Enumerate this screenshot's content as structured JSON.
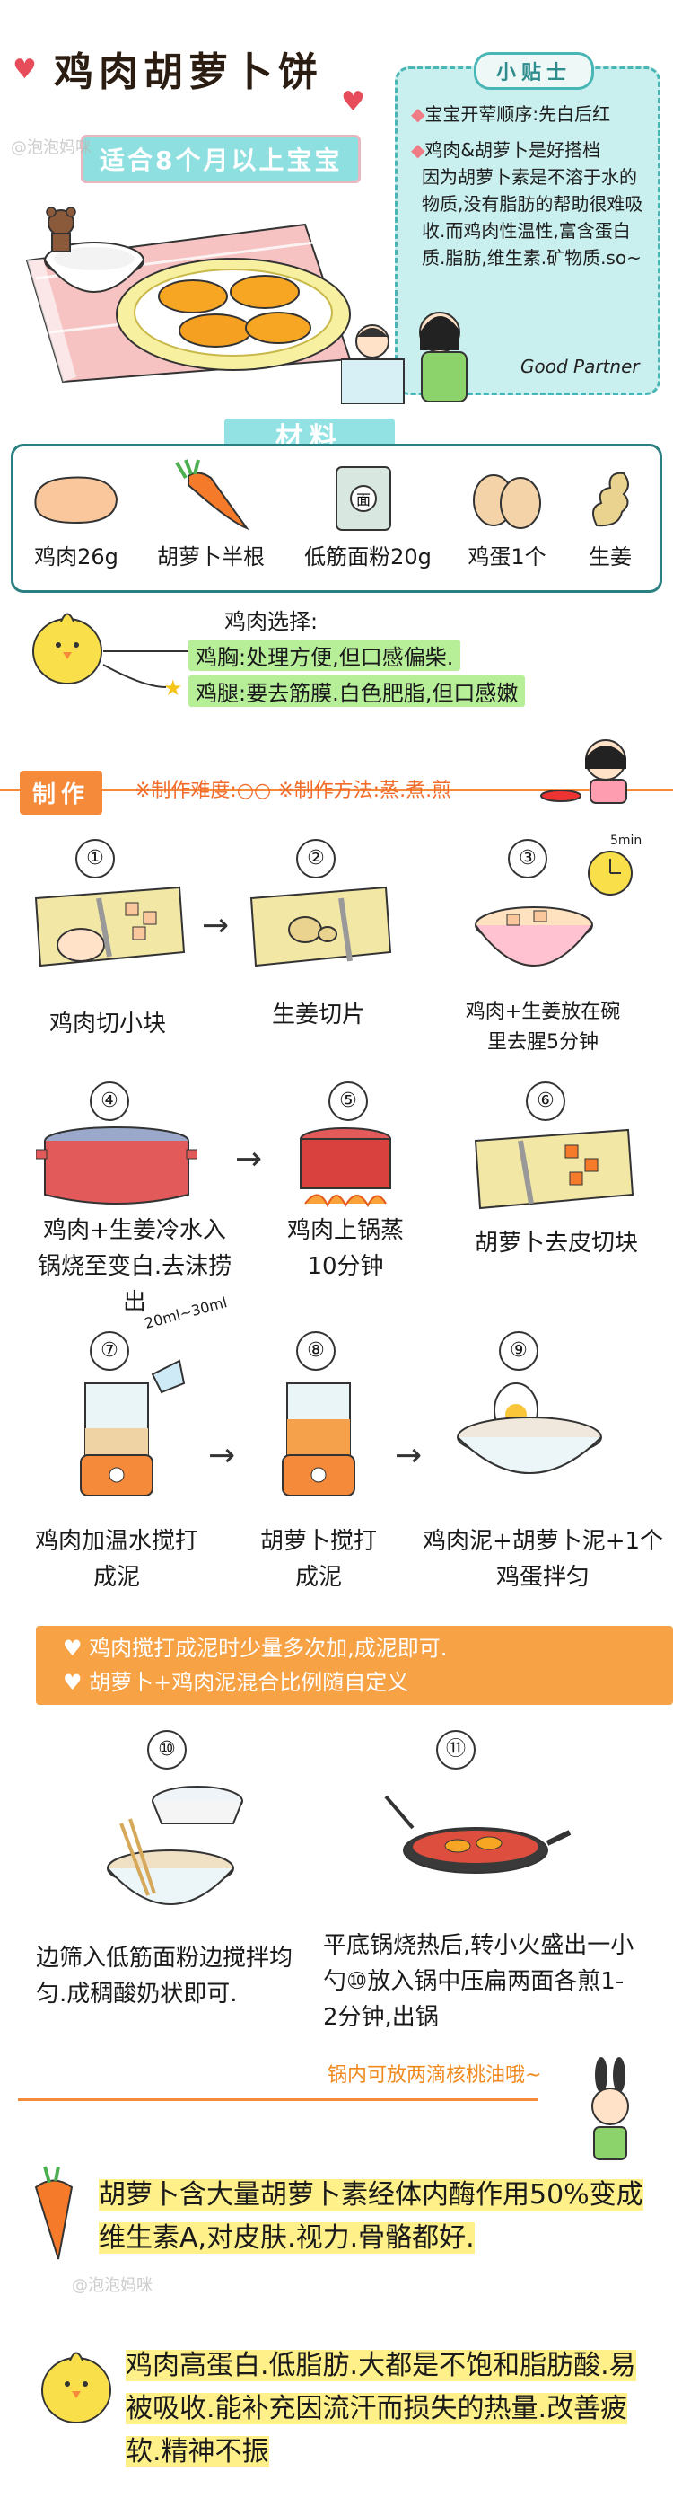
{
  "header": {
    "title": "鸡肉胡萝卜饼",
    "subtitle": "适合8个月以上宝宝"
  },
  "tips": {
    "title": "小贴士",
    "line1": "宝宝开荤顺序:先白后红",
    "line2": "鸡肉&胡萝卜是好搭档",
    "line3": "因为胡萝卜素是不溶于水的物质,没有脂肪的帮助很难吸收.而鸡肉性温性,富含蛋白质.脂肪,维生素.矿物质.so~",
    "signature": "Good Partner"
  },
  "materials": {
    "banner": "材料",
    "items": [
      {
        "label": "鸡肉26g",
        "icon": "chicken-meat-icon"
      },
      {
        "label": "胡萝卜半根",
        "icon": "carrot-icon"
      },
      {
        "label": "低筋面粉20g",
        "icon": "flour-bag-icon"
      },
      {
        "label": "鸡蛋1个",
        "icon": "eggs-icon"
      },
      {
        "label": "生姜",
        "icon": "ginger-icon"
      }
    ],
    "flour_bag_text": "面"
  },
  "chicken_choice": {
    "title": "鸡肉选择:",
    "option1": "鸡胸:处理方便,但口感偏柴.",
    "option2": "鸡腿:要去筋膜.白色肥脂,但口感嫩"
  },
  "steps_header": {
    "label": "制作",
    "note": "※制作难度:○○ ※制作方法:蒸.煮.煎"
  },
  "clock_label": "5min",
  "water_label": "20ml~30ml",
  "steps": [
    {
      "num": "①",
      "caption": "鸡肉切小块"
    },
    {
      "num": "②",
      "caption": "生姜切片"
    },
    {
      "num": "③",
      "caption": "鸡肉+生姜放在碗里去腥5分钟"
    },
    {
      "num": "④",
      "caption": "鸡肉+生姜冷水入锅烧至变白.去沫捞出"
    },
    {
      "num": "⑤",
      "caption": "鸡肉上锅蒸10分钟"
    },
    {
      "num": "⑥",
      "caption": "胡萝卜去皮切块"
    },
    {
      "num": "⑦",
      "caption": "鸡肉加温水搅打成泥"
    },
    {
      "num": "⑧",
      "caption": "胡萝卜搅打成泥"
    },
    {
      "num": "⑨",
      "caption": "鸡肉泥+胡萝卜泥+1个鸡蛋拌匀"
    },
    {
      "num": "⑩",
      "caption": "边筛入低筋面粉边搅拌均匀.成稠酸奶状即可."
    },
    {
      "num": "⑪",
      "caption": "平底锅烧热后,转小火盛出一小勺⑩放入锅中压扁两面各煎1-2分钟,出锅"
    }
  ],
  "step11_note": "锅内可放两滴核桃油哦~",
  "notes": {
    "line1": "鸡肉搅打成泥时少量多次加,成泥即可.",
    "line2": "胡萝卜+鸡肉泥混合比例随自定义"
  },
  "bottom": {
    "carrot_text": "胡萝卜含大量胡萝卜素经体内酶作用50%变成维生素A,对皮肤.视力.骨骼都好.",
    "chicken_text": "鸡肉高蛋白.低脂肪.大都是不饱和脂肪酸.易被吸收.能补充因流汗而损失的热量.改善疲软.精神不振"
  },
  "watermark": "@泡泡妈咪",
  "colors": {
    "teal": "#8edfe0",
    "orange": "#f58a3a",
    "green_highlight": "#b7ef99",
    "yellow_highlight": "#fff08a"
  }
}
